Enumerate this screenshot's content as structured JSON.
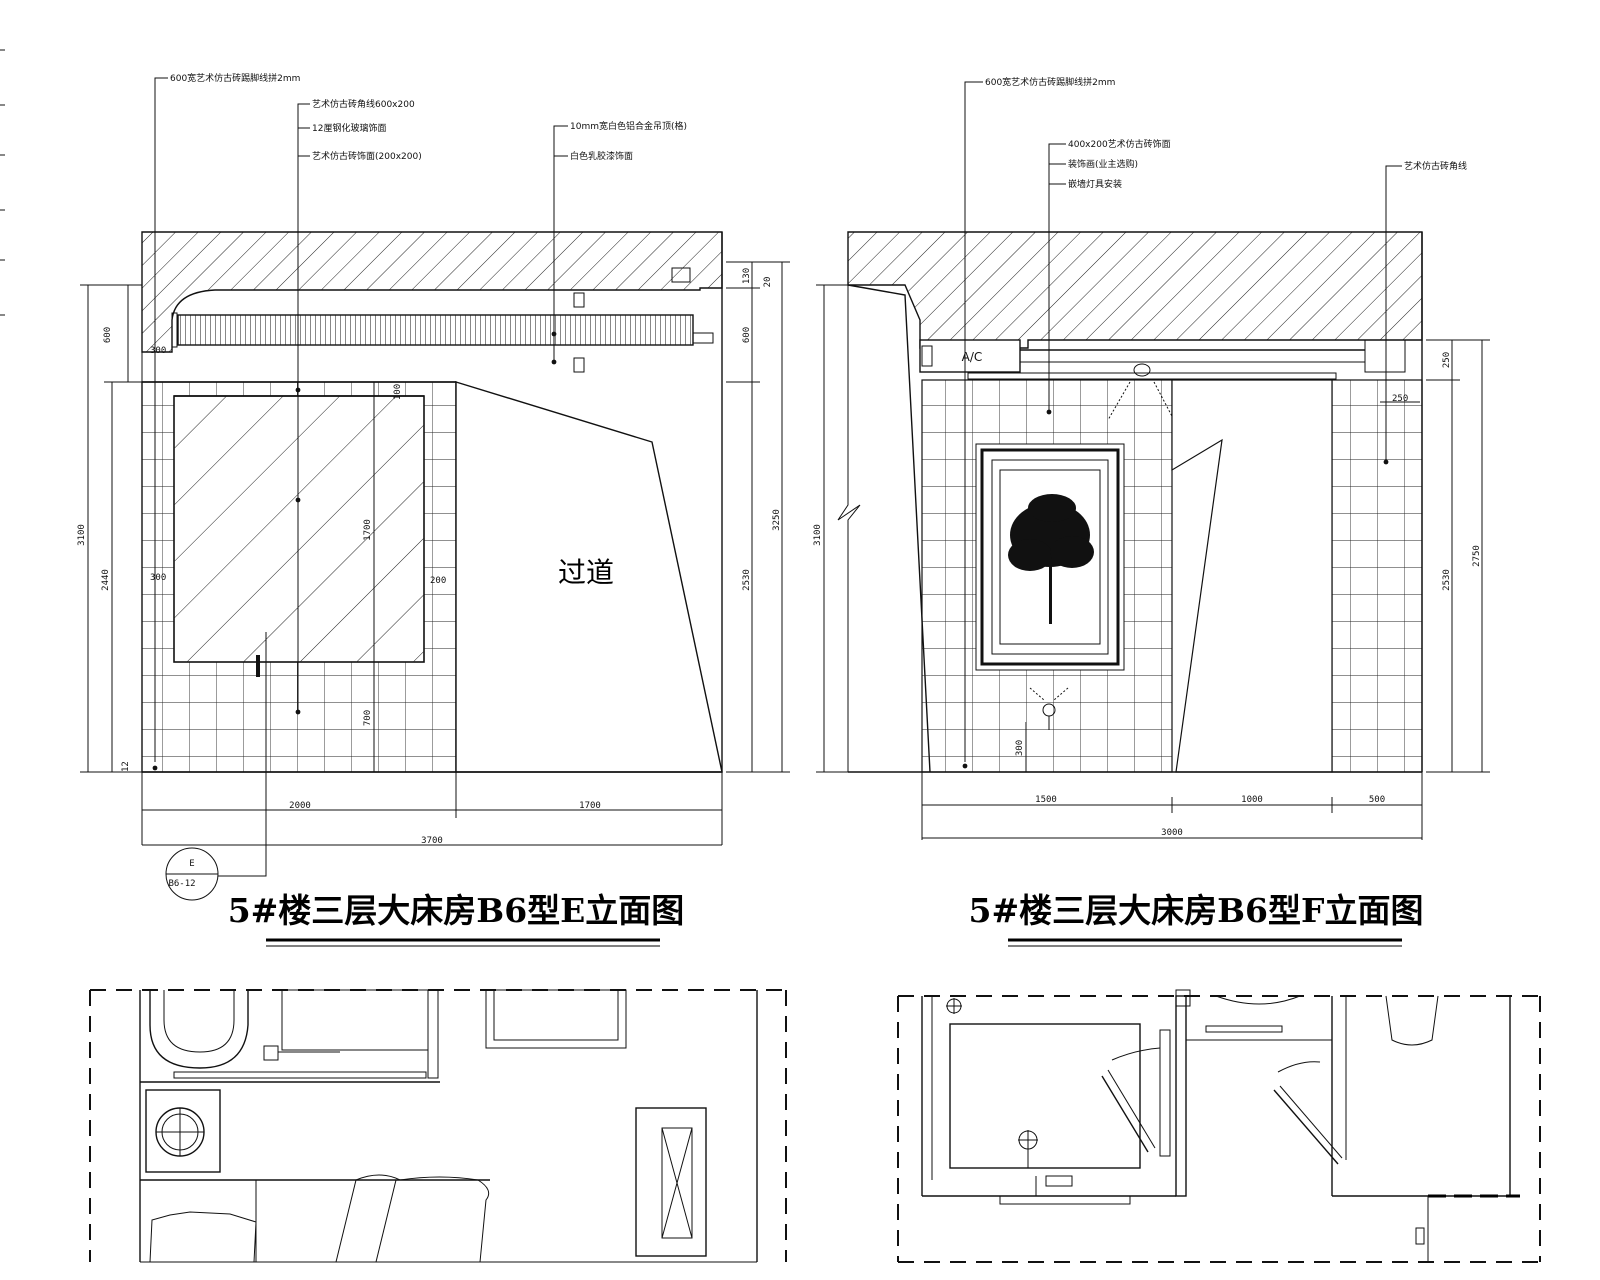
{
  "elevation_e": {
    "title": "5#楼三层大床房B6型E立面图",
    "room_label": "过道",
    "callouts": [
      "600宽艺术仿古砖踢脚线拼2mm",
      "艺术仿古砖角线600x200",
      "12厘钢化玻璃饰面",
      "艺术仿古砖饰面(200x200)",
      "10mm宽白色铝合金吊顶(格)",
      "白色乳胶漆饰面"
    ],
    "dims_left": [
      "3100",
      "2440",
      "600",
      "300",
      "300",
      "12"
    ],
    "dims_right": [
      "3250",
      "2530",
      "600",
      "130",
      "20"
    ],
    "dims_inner": [
      "100",
      "1700",
      "700",
      "200"
    ],
    "dims_bottom": [
      "2000",
      "1700",
      "3700"
    ],
    "section_mark": {
      "top": "E",
      "bottom": "B6-12"
    }
  },
  "elevation_f": {
    "title": "5#楼三层大床房B6型F立面图",
    "ac_label": "A/C",
    "callouts": [
      "600宽艺术仿古砖踢脚线拼2mm",
      "400x200艺术仿古砖饰面",
      "装饰画(业主选购)",
      "嵌墙灯具安装",
      "艺术仿古砖角线"
    ],
    "dims_left": [
      "3100"
    ],
    "dims_right": [
      "2750",
      "2530",
      "250",
      "250"
    ],
    "dims_inner": [
      "300"
    ],
    "dims_bottom": [
      "1500",
      "1000",
      "500",
      "3000"
    ]
  }
}
